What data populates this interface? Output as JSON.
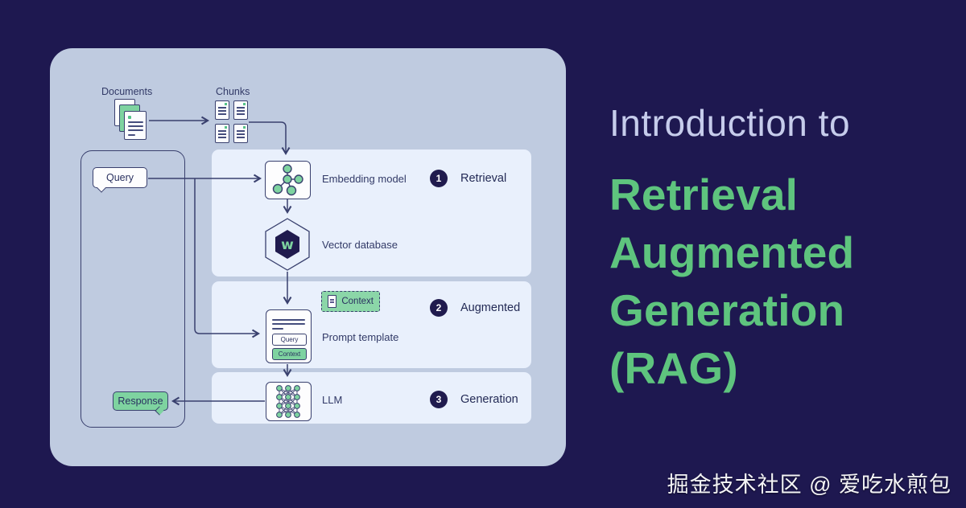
{
  "title": {
    "intro": "Introduction to",
    "lines": [
      "Retrieval",
      "Augmented",
      "Generation",
      "(RAG)"
    ],
    "intro_color": "#c6cceb",
    "accent_color": "#5ec47e"
  },
  "watermark": {
    "text": "掘金技术社区 @ 爱吃水煎包"
  },
  "diagram": {
    "labels": {
      "documents": "Documents",
      "chunks": "Chunks",
      "query": "Query",
      "response": "Response",
      "embedding_model": "Embedding model",
      "vector_database": "Vector database",
      "context_chip": "Context",
      "prompt_template": "Prompt template",
      "prompt_query_slot": "Query",
      "prompt_context_slot": "Context",
      "llm": "LLM"
    },
    "steps": [
      {
        "num": "1",
        "label": "Retrieval"
      },
      {
        "num": "2",
        "label": "Augmented"
      },
      {
        "num": "3",
        "label": "Generation"
      }
    ],
    "colors": {
      "background": "#1e1850",
      "card_bg": "#bfcbe0",
      "panel_bg": "#e9f0fc",
      "ink": "#39406e",
      "badge_bg": "#201b4e",
      "green": "#7ed3a0"
    }
  }
}
